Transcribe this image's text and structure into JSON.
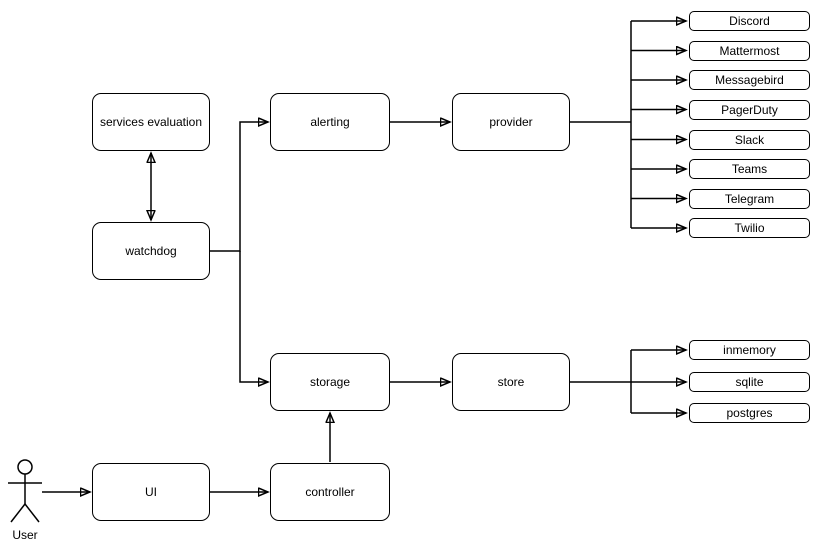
{
  "diagram": {
    "nodes": {
      "services_evaluation": "services evaluation",
      "watchdog": "watchdog",
      "alerting": "alerting",
      "provider": "provider",
      "storage": "storage",
      "store": "store",
      "controller": "controller",
      "ui": "UI",
      "user": "User"
    },
    "alert_providers": [
      "Discord",
      "Mattermost",
      "Messagebird",
      "PagerDuty",
      "Slack",
      "Teams",
      "Telegram",
      "Twilio"
    ],
    "store_backends": [
      "inmemory",
      "sqlite",
      "postgres"
    ],
    "colors": {
      "stroke": "#000000",
      "node_fill": "#ffffff",
      "text": "#000000",
      "background": "#ffffff"
    }
  }
}
